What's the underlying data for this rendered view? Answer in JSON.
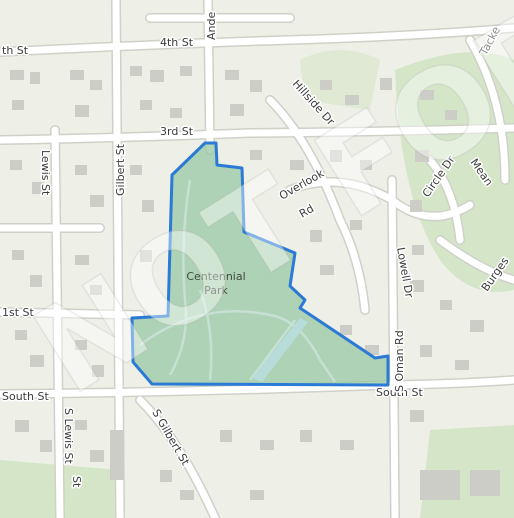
{
  "map": {
    "park": {
      "name_line1": "Centennial",
      "name_line2": "Park",
      "fill_color": "#9cc9a6",
      "border_color": "#2a7ad6"
    },
    "streets": {
      "s_4th_west": "th St",
      "s_4th": "4th St",
      "s_ande": "Ande",
      "s_tacker": "Tacke",
      "s_hillside": "Hillside Dr",
      "s_3rd": "3rd St",
      "s_gilbert": "Gilbert St",
      "s_lewis": "Lewis St",
      "s_overlook": "Overlook",
      "s_rd": "Rd",
      "s_circle": "Circle Dr",
      "s_mean": "Mean",
      "s_lowell": "Lowell Dr",
      "s_burges": "Burges",
      "s_1st": "1st St",
      "s_south_w": "South St",
      "s_south_e": "South St",
      "s_s_lewis": "S Lewis St",
      "s_s_gilbert": "S Gilbert St",
      "s_s_oman": "S Oman Rd",
      "s_st_edge": "St"
    },
    "watermark": "NOT FOR",
    "colors": {
      "road": "#ffffff",
      "road_edge": "#cfd1c9",
      "building": "#cbcdc6",
      "green": "#cfe3c2",
      "background": "#eef0e8"
    }
  }
}
